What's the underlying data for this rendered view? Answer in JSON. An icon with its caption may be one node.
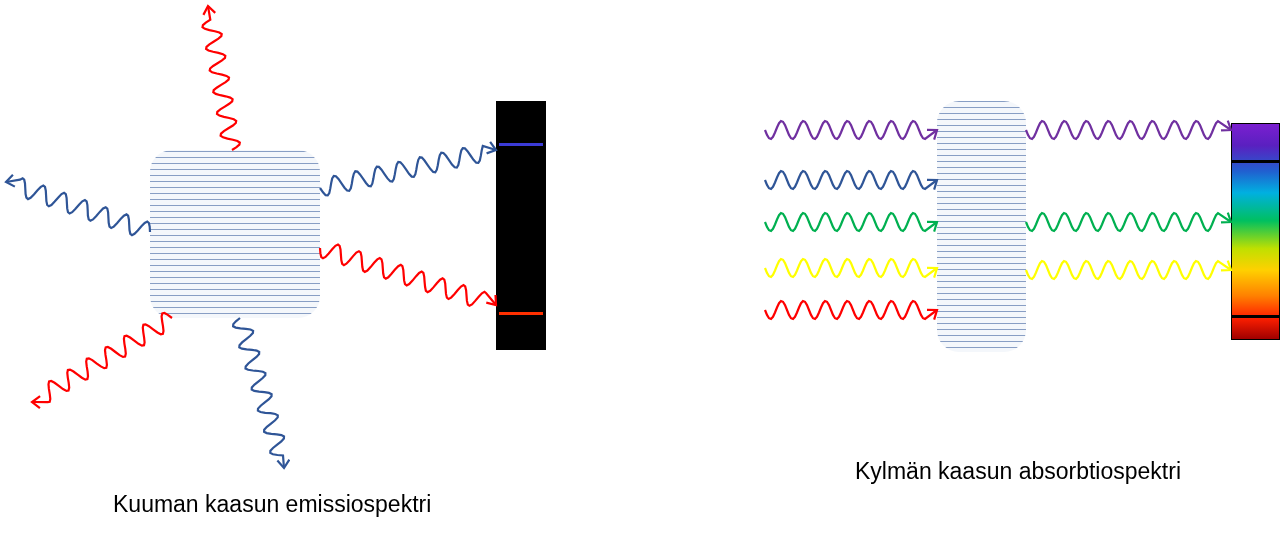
{
  "diagram": {
    "nodes": [
      {
        "text": [],
        "shape": "box"
      },
      {
        "text": [],
        "shape": "bar"
      },
      {
        "text": [],
        "shape": "box"
      },
      {
        "text": [],
        "shape": "bar"
      }
    ],
    "edges": [
      {
        "from": 0,
        "to": null,
        "arrow": "to",
        "color": "#ff0000"
      },
      {
        "from": 0,
        "to": null,
        "arrow": "to",
        "color": "#2f5597"
      },
      {
        "from": 0,
        "to": 1,
        "arrow": "to",
        "color": "#2f5597"
      },
      {
        "from": 0,
        "to": 1,
        "arrow": "to",
        "color": "#ff0000"
      },
      {
        "from": 0,
        "to": null,
        "arrow": "to",
        "color": "#ff0000"
      },
      {
        "from": 0,
        "to": null,
        "arrow": "to",
        "color": "#2f5597"
      },
      {
        "from": null,
        "to": 2,
        "arrow": "to",
        "color": "#7030a0"
      },
      {
        "from": null,
        "to": 2,
        "arrow": "to",
        "color": "#2f5597"
      },
      {
        "from": null,
        "to": 2,
        "arrow": "to",
        "color": "#00b050"
      },
      {
        "from": null,
        "to": 2,
        "arrow": "to",
        "color": "#ffff00"
      },
      {
        "from": null,
        "to": 2,
        "arrow": "to",
        "color": "#ff0000"
      },
      {
        "from": 2,
        "to": 3,
        "arrow": "to",
        "color": "#7030a0"
      },
      {
        "from": 2,
        "to": 3,
        "arrow": "to",
        "color": "#00b050"
      },
      {
        "from": 2,
        "to": 3,
        "arrow": "to",
        "color": "#ffff00"
      }
    ],
    "labels": [
      "Kylmän kaasun absorbtiospektri",
      "Kuuman kaasun emissiospektri"
    ]
  }
}
